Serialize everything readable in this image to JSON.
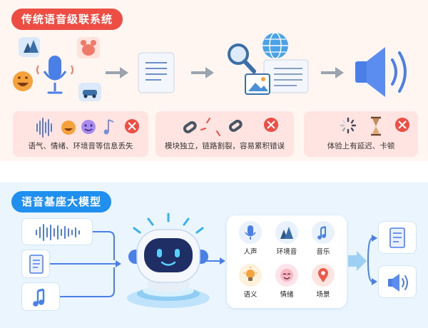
{
  "traditional": {
    "title": "传统语音级联系统",
    "problems": [
      {
        "text": "语气、情绪、环境音等信息丢失"
      },
      {
        "text": "模块独立，链路割裂，容易累积错误"
      },
      {
        "text": "体验上有延迟、卡顿"
      }
    ]
  },
  "foundation": {
    "title": "语音基座大模型",
    "attributes": [
      {
        "label": "人声",
        "icon": "microphone-icon"
      },
      {
        "label": "环境音",
        "icon": "forest-icon"
      },
      {
        "label": "音乐",
        "icon": "music-note-icon"
      },
      {
        "label": "语义",
        "icon": "lightbulb-icon"
      },
      {
        "label": "情绪",
        "icon": "smiley-icon"
      },
      {
        "label": "场景",
        "icon": "map-pin-icon"
      }
    ]
  },
  "colors": {
    "red_accent": "#ee4d43",
    "blue_accent": "#1f8ff0",
    "icon_blue": "#3d6fe0"
  }
}
